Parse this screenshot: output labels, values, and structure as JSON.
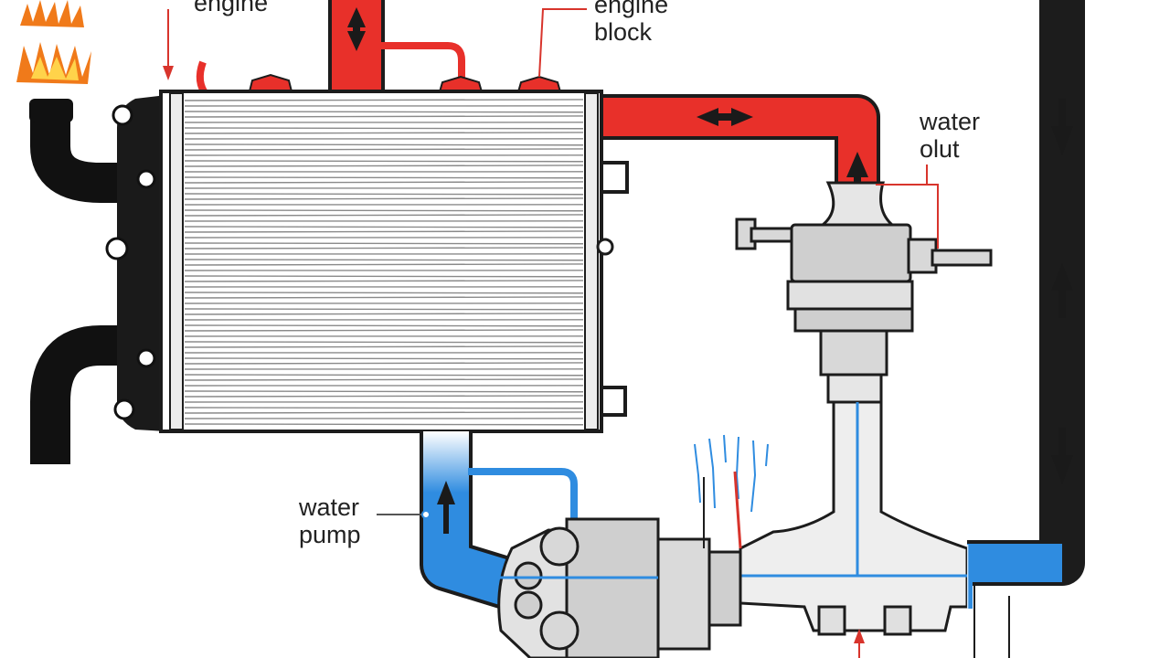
{
  "labels": {
    "engine": "engine",
    "engine_block": [
      "engine",
      "block"
    ],
    "water_outlet": [
      "water",
      "olut"
    ],
    "water_pump": [
      "water",
      "pump"
    ]
  },
  "colors": {
    "hot_coolant": "#e8302a",
    "cool_coolant": "#2f8ce0",
    "outline": "#1c1c1c",
    "metal": "#cfcfcf",
    "radiator_fins": "#8a8a8a",
    "hose": "#111111",
    "flame": "#f07a1a",
    "leader_line": "#d8342c"
  },
  "icons": [
    "flame-icon",
    "flow-arrow-icon"
  ]
}
